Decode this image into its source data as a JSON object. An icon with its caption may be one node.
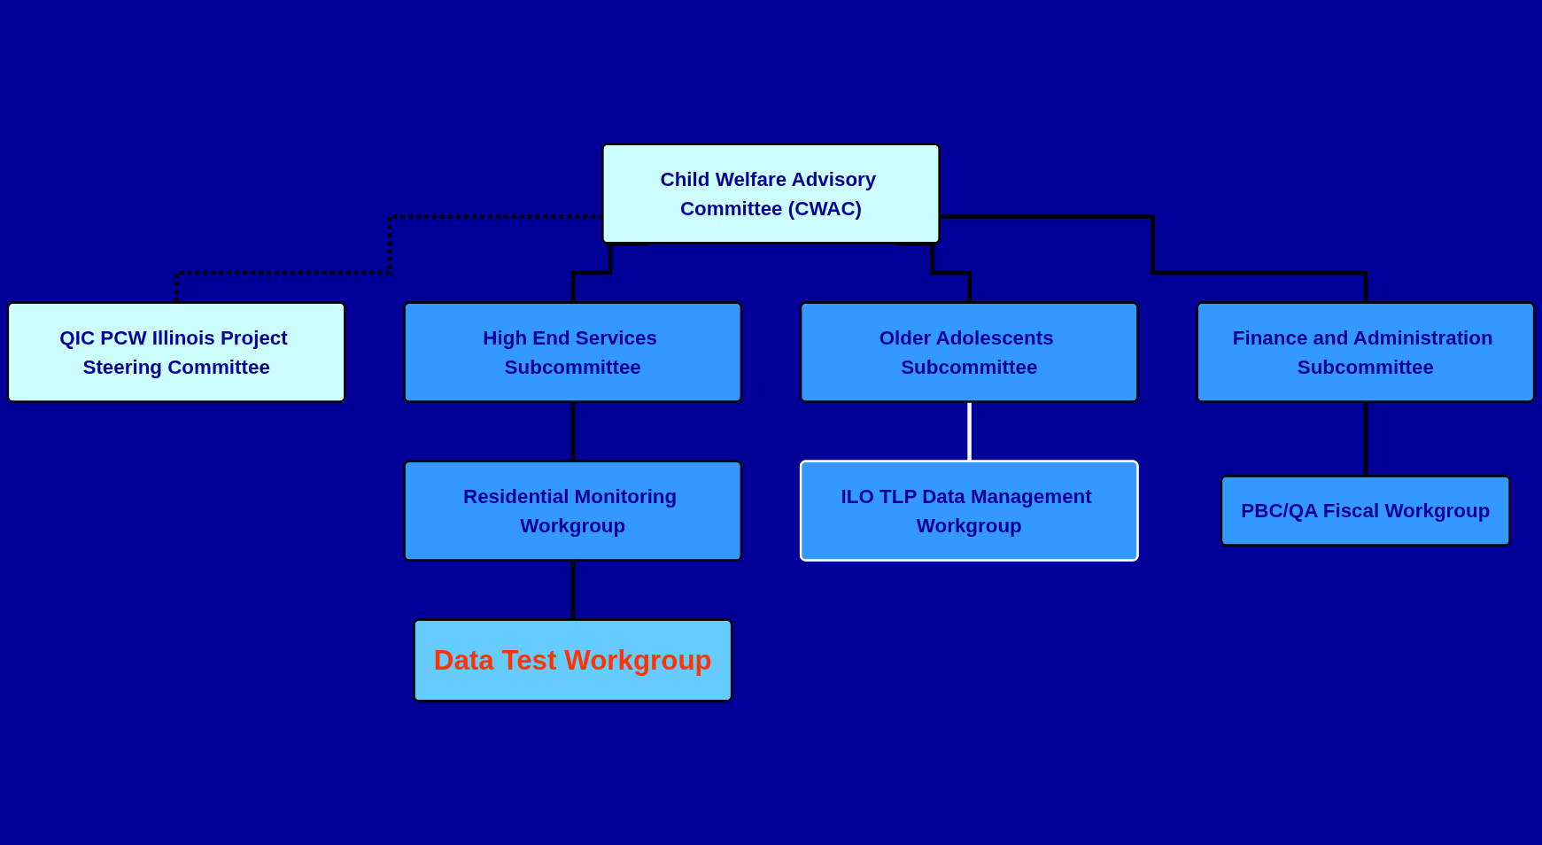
{
  "diagram": {
    "nodes": [
      {
        "text": [
          "Child Welfare Advisory Committee (CWAC)"
        ]
      },
      {
        "text": [
          "QIC PCW Illinois Project Steering Committee"
        ]
      },
      {
        "text": [
          "High End Services Subcommittee"
        ]
      },
      {
        "text": [
          "Older Adolescents Subcommittee"
        ]
      },
      {
        "text": [
          "Finance and Administration Subcommittee"
        ]
      },
      {
        "text": [
          "Residential Monitoring Workgroup"
        ]
      },
      {
        "text": [
          "ILO TLP Data Management Workgroup"
        ]
      },
      {
        "text": [
          "PBC/QA Fiscal Workgroup"
        ]
      },
      {
        "text": [
          "Data Test Workgroup"
        ]
      }
    ],
    "edges": [
      {
        "from": 0,
        "to": 1,
        "arrow": "none",
        "style": "dashed"
      },
      {
        "from": 0,
        "to": 2,
        "arrow": "none"
      },
      {
        "from": 0,
        "to": 3,
        "arrow": "none"
      },
      {
        "from": 0,
        "to": 4,
        "arrow": "none"
      },
      {
        "from": 2,
        "to": 5,
        "arrow": "none"
      },
      {
        "from": 3,
        "to": 6,
        "arrow": "none",
        "color": "#ffffff"
      },
      {
        "from": 4,
        "to": 7,
        "arrow": "none"
      },
      {
        "from": 5,
        "to": 8,
        "arrow": "none"
      }
    ]
  }
}
